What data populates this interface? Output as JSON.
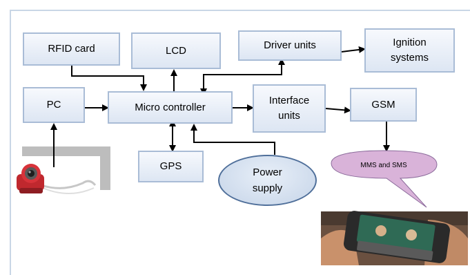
{
  "blocks": {
    "rfid": "RFID card",
    "lcd": "LCD",
    "driver": "Driver units",
    "ignition_line1": "Ignition",
    "ignition_line2": "systems",
    "pc": "PC",
    "micro": "Micro controller",
    "interface_line1": "Interface",
    "interface_line2": "units",
    "gsm": "GSM",
    "gps": "GPS",
    "power_line1": "Power",
    "power_line2": "supply"
  },
  "callout": {
    "text": "MMS and SMS"
  },
  "colors": {
    "box_border": "#a9bcd6",
    "box_fill_top": "#f7f9fd",
    "box_fill_bottom": "#dde6f3",
    "arrow": "#000000",
    "callout_fill": "#d9b3d9",
    "ellipse_border": "#4f6f9a"
  },
  "icons": {
    "webcam": "webcam-icon",
    "phone": "smartphone-photo"
  }
}
